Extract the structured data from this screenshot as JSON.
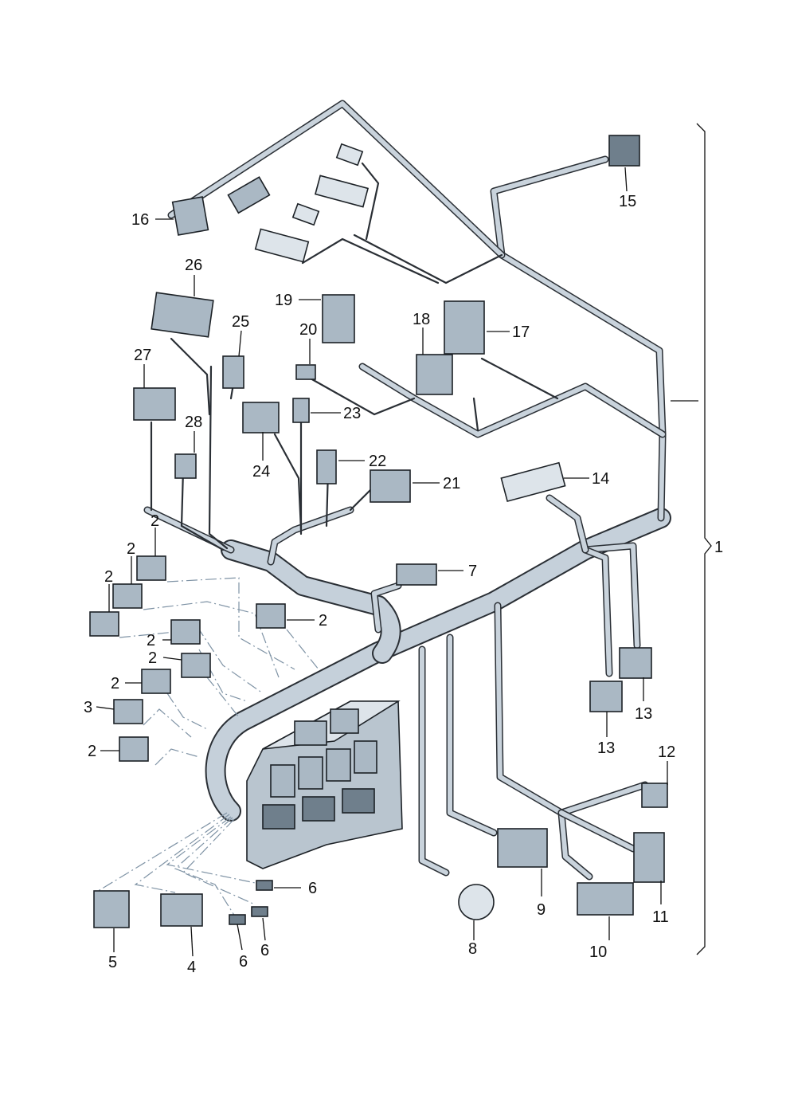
{
  "callouts": {
    "c1": "1",
    "c2a": "2",
    "c2b": "2",
    "c2c": "2",
    "c2d": "2",
    "c2e": "2",
    "c2f": "2",
    "c2g": "2",
    "c2h": "2",
    "c3": "3",
    "c4": "4",
    "c5": "5",
    "c6a": "6",
    "c6b": "6",
    "c6c": "6",
    "c7": "7",
    "c8": "8",
    "c9": "9",
    "c10": "10",
    "c11": "11",
    "c12": "12",
    "c13a": "13",
    "c13b": "13",
    "c14": "14",
    "c15": "15",
    "c16": "16",
    "c17": "17",
    "c18": "18",
    "c19": "19",
    "c20": "20",
    "c21": "21",
    "c22": "22",
    "c23": "23",
    "c24": "24",
    "c25": "25",
    "c26": "26",
    "c27": "27",
    "c28": "28"
  },
  "colors": {
    "harness": "#c9d3dc",
    "outline": "#2a2f35",
    "connector": "#aab8c4",
    "dashed_lines": "#7f93a5"
  }
}
